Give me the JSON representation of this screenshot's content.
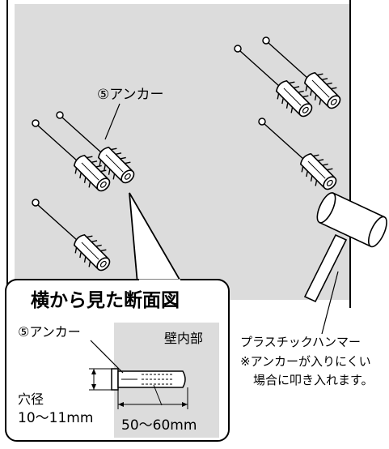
{
  "callout": {
    "title": "横から見た断面図",
    "anchor_label": "⑤アンカー",
    "wall_interior": "壁内部",
    "hole_diameter_label": "穴径",
    "hole_diameter_value": "10〜11mm",
    "anchor_length": "50〜60mm"
  },
  "main": {
    "anchor_label": "⑤アンカー",
    "hammer_label": "プラスチックハンマー",
    "note_line1": "※アンカーが入りにくい",
    "note_line2": "場合に叩き入れます。"
  },
  "colors": {
    "wall": "#dcdcdc",
    "outline": "#000000",
    "anchor_fill": "#ffffff"
  }
}
